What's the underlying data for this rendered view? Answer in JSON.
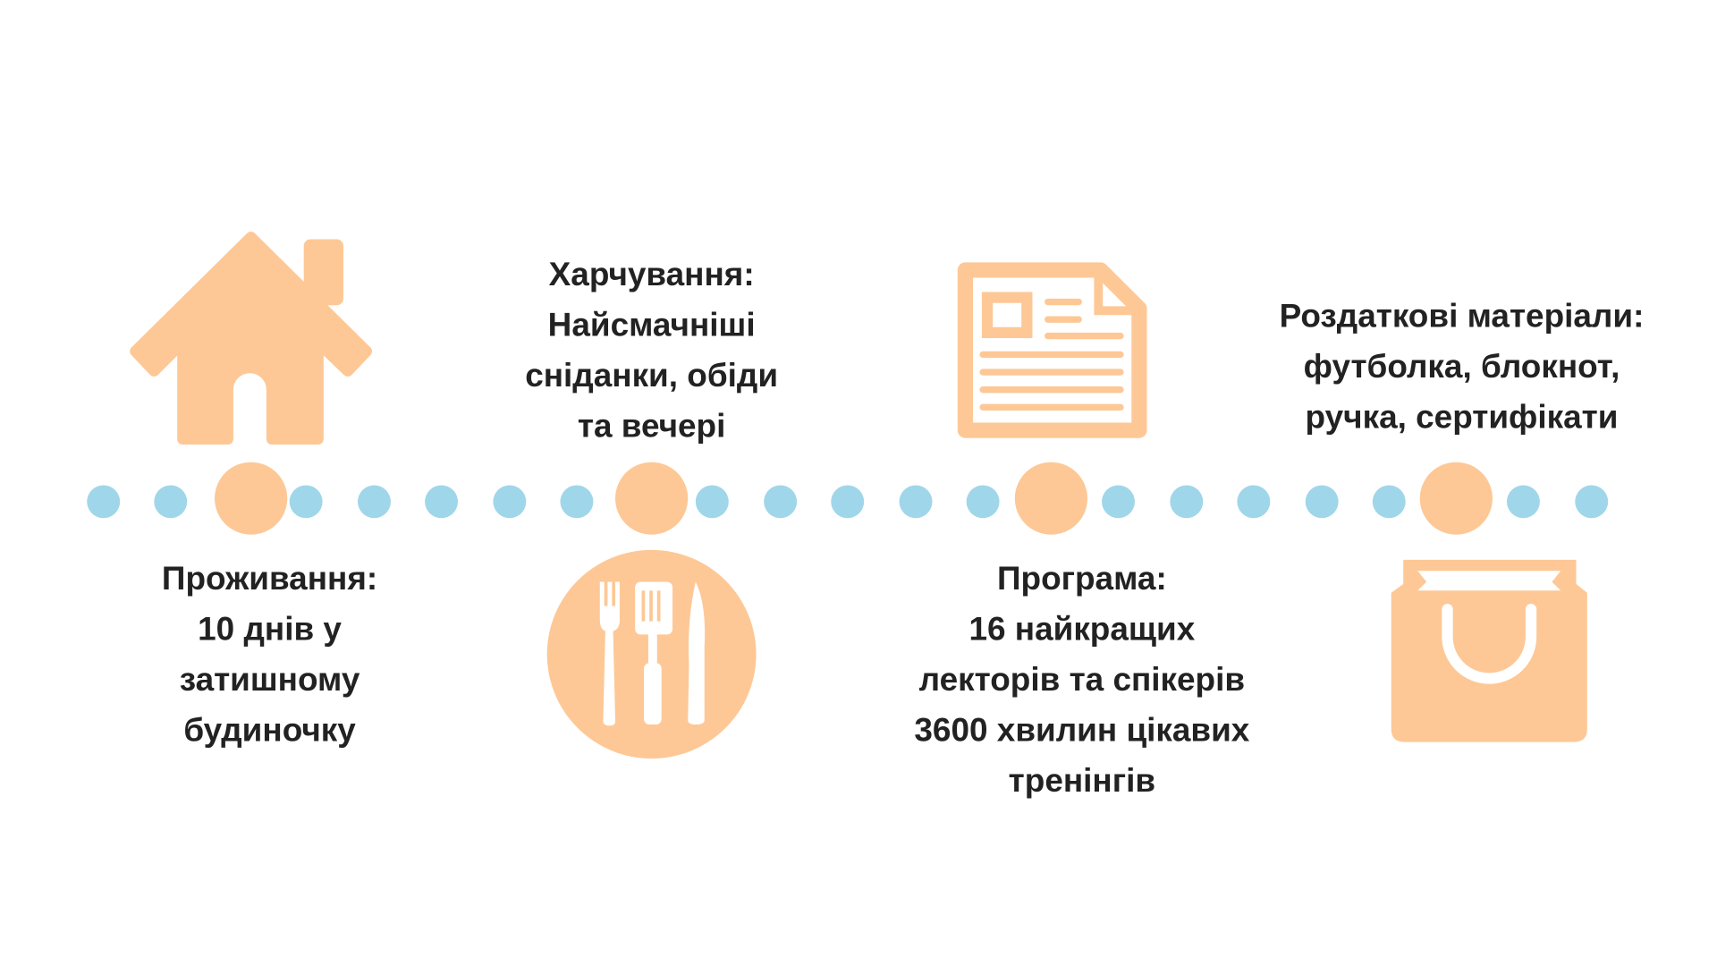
{
  "colors": {
    "accent": "#FDC896",
    "dot": "#A0D6EA",
    "text": "#222222"
  },
  "items": [
    {
      "icon": "house-icon",
      "lines": [
        "Проживання:",
        "10 днів у",
        "затишному",
        "будиночку"
      ]
    },
    {
      "icon": "cutlery-icon",
      "lines": [
        "Харчування:",
        "Найсмачніші",
        "сніданки, обіди",
        "та вечері"
      ]
    },
    {
      "icon": "document-icon",
      "lines": [
        "Програма:",
        "16 найкращих",
        "лекторів та спікерів",
        "3600 хвилин цікавих",
        "тренінгів"
      ]
    },
    {
      "icon": "shopping-bag-icon",
      "lines": [
        "Роздаткові матеріали:",
        "футболка, блокнот,",
        "ручка, сертифікати"
      ]
    }
  ]
}
